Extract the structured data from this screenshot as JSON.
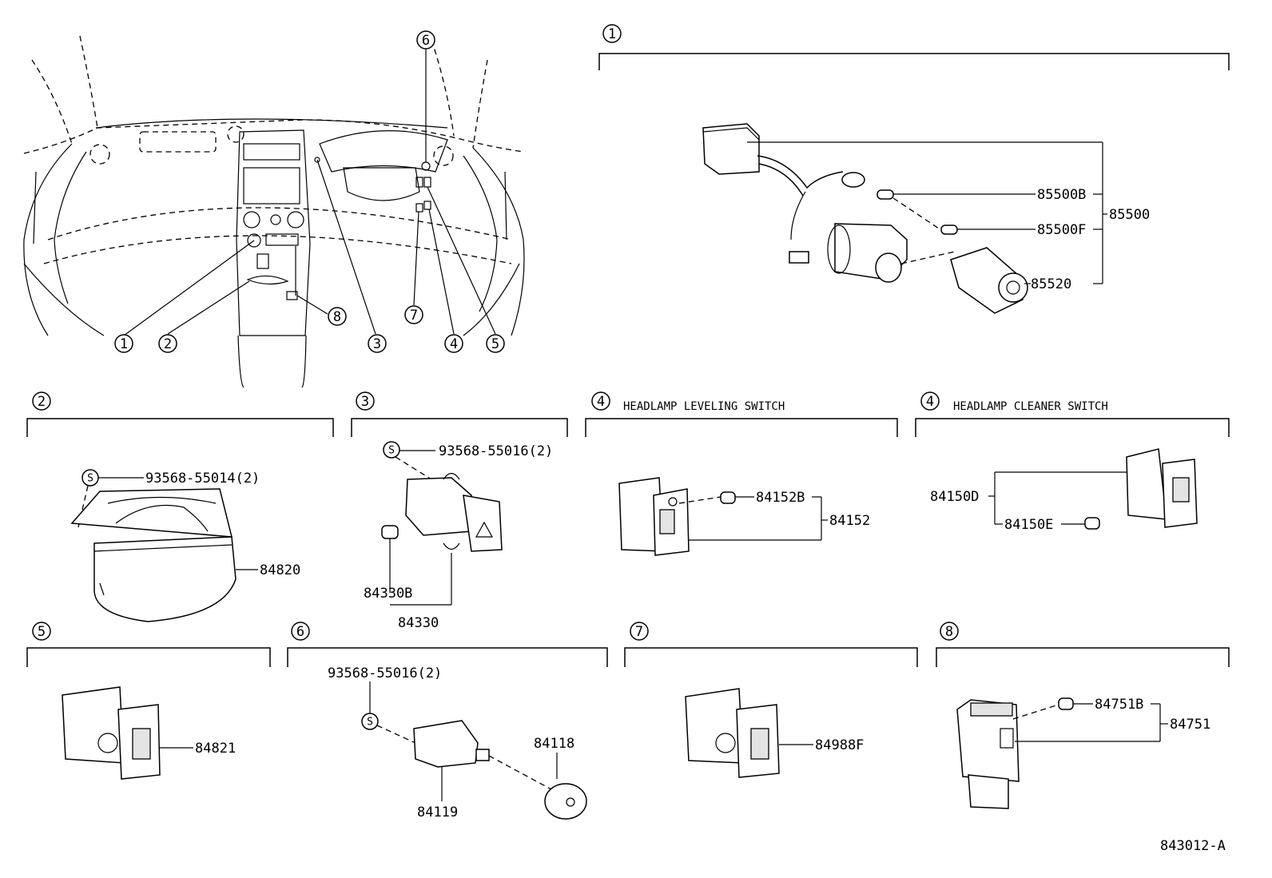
{
  "overview": {
    "callouts": [
      "1",
      "2",
      "3",
      "4",
      "5",
      "6",
      "7",
      "8"
    ]
  },
  "sections": {
    "s1": {
      "number": "1",
      "parts": {
        "p85500b": "85500B",
        "p85500f": "85500F",
        "p85520": "85520",
        "p85500": "85500"
      }
    },
    "s2": {
      "number": "2",
      "parts": {
        "screw": "93568-55014(2)",
        "main": "84820"
      }
    },
    "s3": {
      "number": "3",
      "parts": {
        "screw": "93568-55016(2)",
        "bulb": "84330B",
        "main": "84330"
      }
    },
    "s4a": {
      "number": "4",
      "title": "HEADLAMP LEVELING SWITCH",
      "parts": {
        "bulb": "84152B",
        "main": "84152"
      }
    },
    "s4b": {
      "number": "4",
      "title": "HEADLAMP CLEANER SWITCH",
      "parts": {
        "main": "84150D",
        "bulb": "84150E"
      }
    },
    "s5": {
      "number": "5",
      "parts": {
        "main": "84821"
      }
    },
    "s6": {
      "number": "6",
      "parts": {
        "screw": "93568-55016(2)",
        "knob": "84118",
        "main": "84119"
      }
    },
    "s7": {
      "number": "7",
      "parts": {
        "main": "84988F"
      }
    },
    "s8": {
      "number": "8",
      "parts": {
        "bulb": "84751B",
        "main": "84751"
      }
    }
  },
  "screw_symbol": "S",
  "figure_code": "843012-A"
}
